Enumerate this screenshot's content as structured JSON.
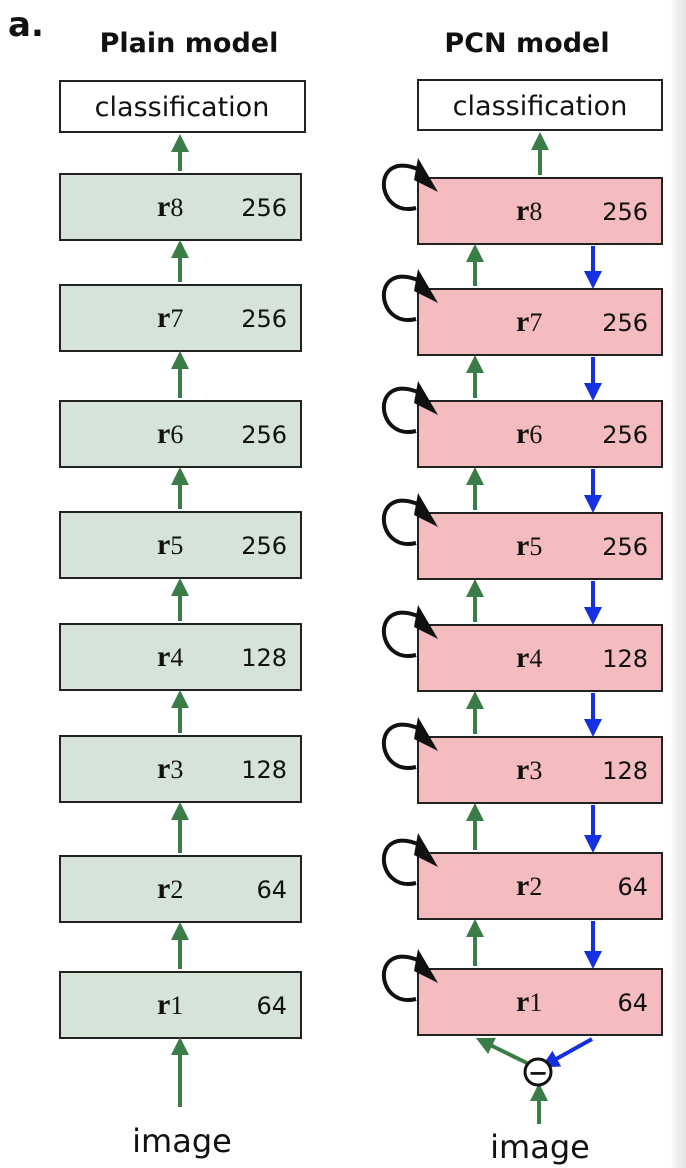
{
  "panel_label": "a.",
  "plain": {
    "title": "Plain model",
    "output_label": "classification",
    "input_label": "image",
    "layers": [
      {
        "symbol": "r",
        "index": "1",
        "size": "64"
      },
      {
        "symbol": "r",
        "index": "2",
        "size": "64"
      },
      {
        "symbol": "r",
        "index": "3",
        "size": "128"
      },
      {
        "symbol": "r",
        "index": "4",
        "size": "128"
      },
      {
        "symbol": "r",
        "index": "5",
        "size": "256"
      },
      {
        "symbol": "r",
        "index": "6",
        "size": "256"
      },
      {
        "symbol": "r",
        "index": "7",
        "size": "256"
      },
      {
        "symbol": "r",
        "index": "8",
        "size": "256"
      }
    ]
  },
  "pcn": {
    "title": "PCN model",
    "output_label": "classification",
    "input_label": "image",
    "minus_symbol": "−",
    "layers": [
      {
        "symbol": "r",
        "index": "1",
        "size": "64"
      },
      {
        "symbol": "r",
        "index": "2",
        "size": "64"
      },
      {
        "symbol": "r",
        "index": "3",
        "size": "128"
      },
      {
        "symbol": "r",
        "index": "4",
        "size": "128"
      },
      {
        "symbol": "r",
        "index": "5",
        "size": "256"
      },
      {
        "symbol": "r",
        "index": "6",
        "size": "256"
      },
      {
        "symbol": "r",
        "index": "7",
        "size": "256"
      },
      {
        "symbol": "r",
        "index": "8",
        "size": "256"
      }
    ]
  },
  "colors": {
    "plain_fill": "#d5e3d8",
    "pcn_fill": "#f4bcbf",
    "feedforward_arrow": "#3a7d46",
    "feedback_arrow": "#1530e0",
    "recurrent_arrow": "#111111",
    "stroke": "#222222"
  }
}
